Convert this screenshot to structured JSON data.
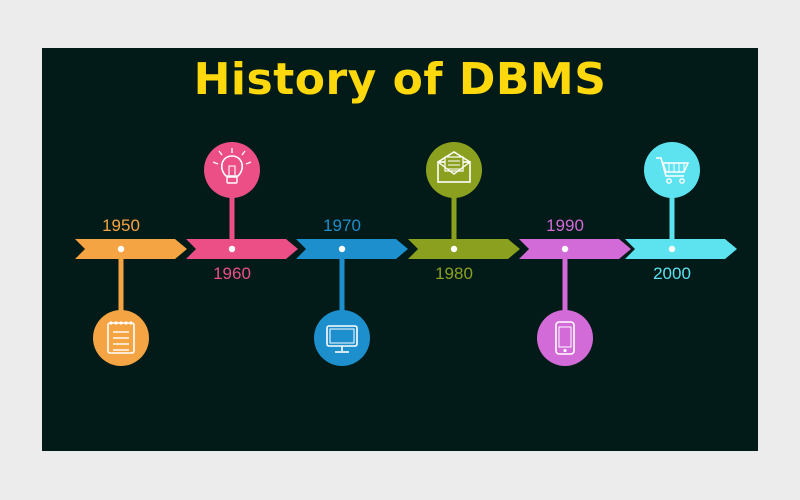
{
  "title": "History of DBMS",
  "milestones": [
    {
      "year": "1950",
      "color": "#f5a443",
      "icon": "notepad-icon",
      "position": "bottom"
    },
    {
      "year": "1960",
      "color": "#ec4f86",
      "icon": "lightbulb-icon",
      "position": "top"
    },
    {
      "year": "1970",
      "color": "#1d8fcc",
      "icon": "monitor-icon",
      "position": "bottom"
    },
    {
      "year": "1980",
      "color": "#8ca020",
      "icon": "envelope-icon",
      "position": "top"
    },
    {
      "year": "1990",
      "color": "#d26ad8",
      "icon": "smartphone-icon",
      "position": "bottom"
    },
    {
      "year": "2000",
      "color": "#5de2f0",
      "icon": "shopping-cart-icon",
      "position": "top"
    }
  ]
}
